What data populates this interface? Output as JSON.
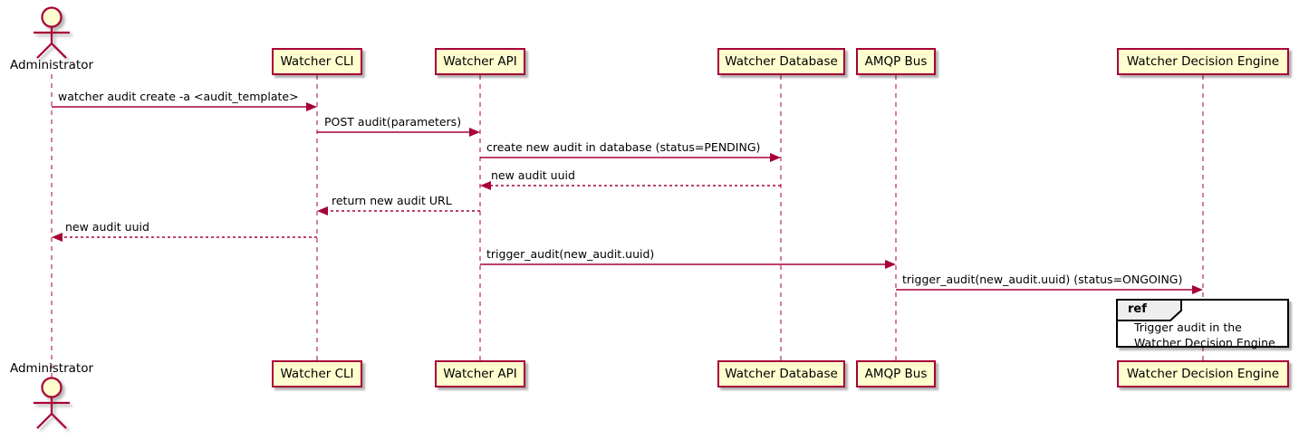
{
  "diagram": {
    "type": "uml-sequence-diagram",
    "actor": {
      "name": "Administrator"
    },
    "participants": [
      {
        "label": "Watcher CLI"
      },
      {
        "label": "Watcher API"
      },
      {
        "label": "Watcher Database"
      },
      {
        "label": "AMQP Bus"
      },
      {
        "label": "Watcher Decision Engine"
      }
    ],
    "messages": [
      {
        "label": "watcher audit create -a <audit_template>",
        "from": "Administrator",
        "to": "Watcher CLI",
        "line": "solid"
      },
      {
        "label": "POST audit(parameters)",
        "from": "Watcher CLI",
        "to": "Watcher API",
        "line": "solid"
      },
      {
        "label": "create new audit in database (status=PENDING)",
        "from": "Watcher API",
        "to": "Watcher Database",
        "line": "solid"
      },
      {
        "label": "new audit uuid",
        "from": "Watcher Database",
        "to": "Watcher API",
        "line": "dashed"
      },
      {
        "label": "return new audit URL",
        "from": "Watcher API",
        "to": "Watcher CLI",
        "line": "dashed"
      },
      {
        "label": "new audit uuid",
        "from": "Watcher CLI",
        "to": "Administrator",
        "line": "dashed"
      },
      {
        "label": "trigger_audit(new_audit.uuid)",
        "from": "Watcher API",
        "to": "AMQP Bus",
        "line": "solid"
      },
      {
        "label": "trigger_audit(new_audit.uuid) (status=ONGOING)",
        "from": "AMQP Bus",
        "to": "Watcher Decision Engine",
        "line": "solid"
      }
    ],
    "ref": {
      "keyword": "ref",
      "line1": "Trigger audit in the",
      "line2": "Watcher Decision Engine"
    },
    "colors": {
      "participant_fill": "#FEFECE",
      "stroke": "#A80036",
      "text": "#000000",
      "ref_border": "#000000",
      "ref_header_fill": "#EEEEEE",
      "background": "#FFFFFF"
    }
  }
}
